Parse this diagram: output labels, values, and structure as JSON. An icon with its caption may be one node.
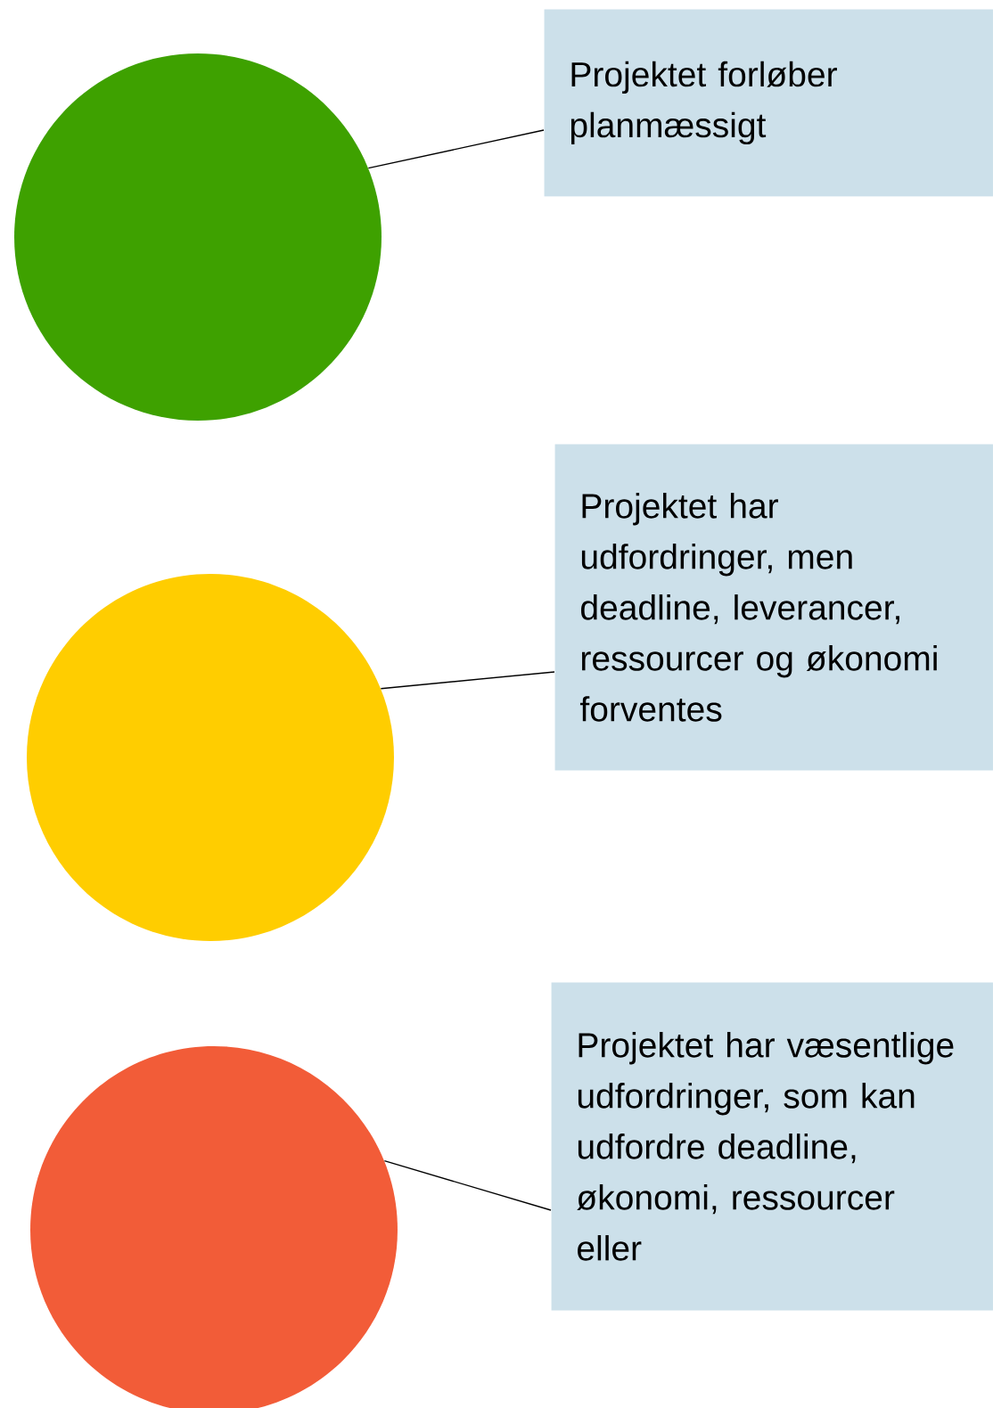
{
  "diagram": {
    "nodes": [
      {
        "text": [],
        "shape": "circle"
      },
      {
        "text": [
          "Projektet forløber planmæssigt"
        ]
      },
      {
        "text": [],
        "shape": "circle"
      },
      {
        "text": [
          "Projektet har udfordringer, men deadline, leverancer, ressourcer og økonomi forventes"
        ]
      },
      {
        "text": [],
        "shape": "circle"
      },
      {
        "text": [
          "Projektet har væsentlige udfordringer, som kan udfordre deadline, økonomi, ressourcer eller"
        ]
      }
    ],
    "edges": [
      {
        "from": 0,
        "to": 1,
        "arrow": "none"
      },
      {
        "from": 2,
        "to": 3,
        "arrow": "none"
      },
      {
        "from": 4,
        "to": 5,
        "arrow": "none"
      }
    ]
  }
}
